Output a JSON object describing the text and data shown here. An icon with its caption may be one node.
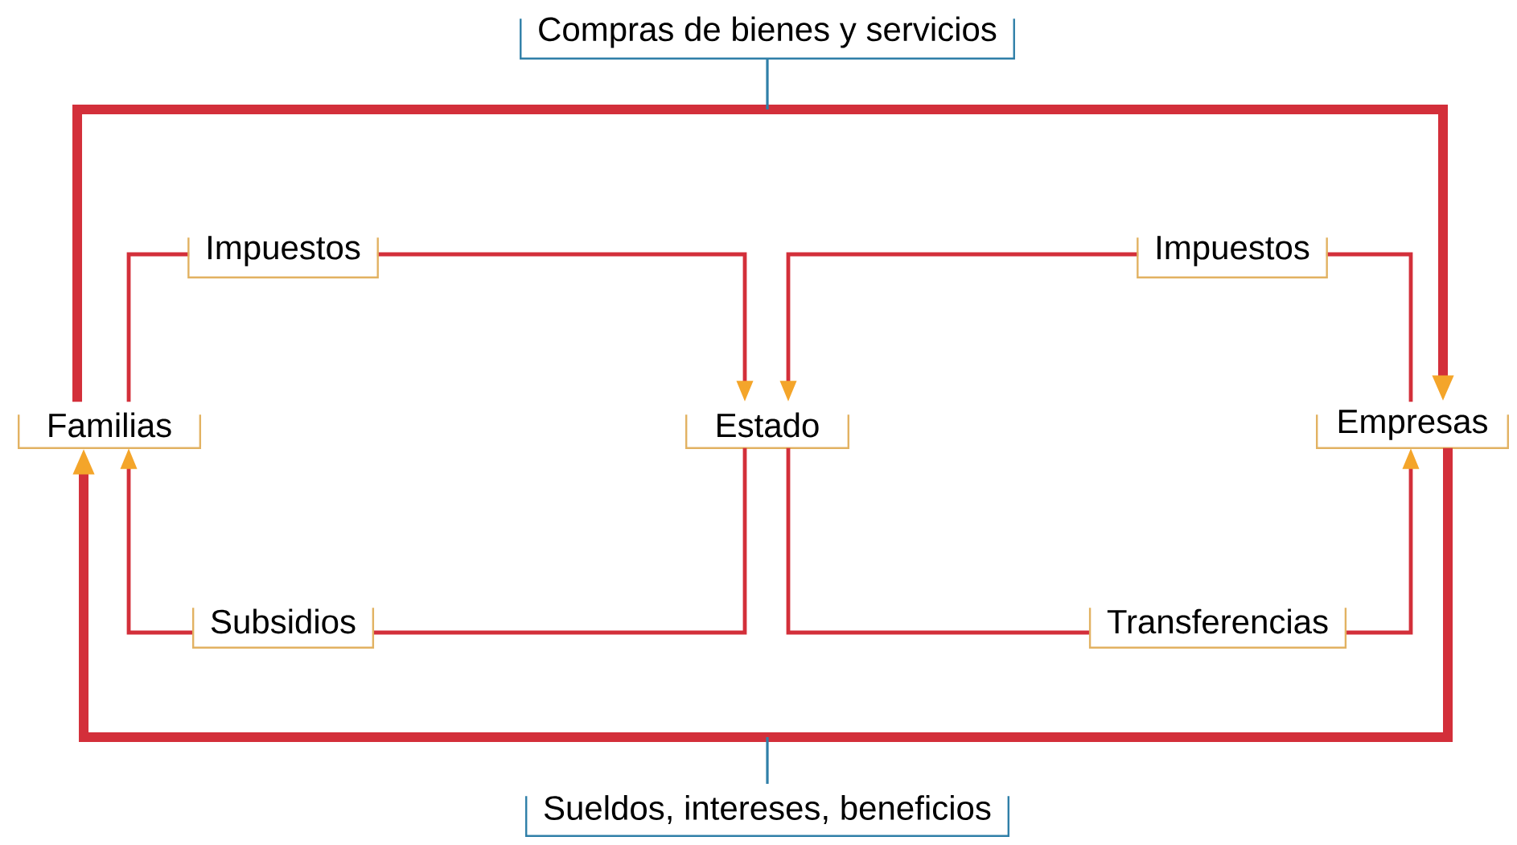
{
  "diagram": {
    "nodes": [
      {
        "text": [
          "Familias"
        ]
      },
      {
        "text": [
          "Estado"
        ]
      },
      {
        "text": [
          "Empresas"
        ]
      }
    ],
    "edges": [
      {
        "from": 0,
        "to": 2,
        "arrow": "to",
        "style": "thick",
        "label": "Compras de bienes y servicios"
      },
      {
        "from": 2,
        "to": 0,
        "arrow": "to",
        "style": "thick",
        "label": "Sueldos, intereses, beneficios"
      },
      {
        "from": 0,
        "to": 1,
        "arrow": "to",
        "label": "Impuestos"
      },
      {
        "from": 2,
        "to": 1,
        "arrow": "to",
        "label": "Impuestos"
      },
      {
        "from": 1,
        "to": 0,
        "arrow": "to",
        "label": "Subsidios"
      },
      {
        "from": 1,
        "to": 2,
        "arrow": "to",
        "label": "Transferencias"
      }
    ]
  }
}
